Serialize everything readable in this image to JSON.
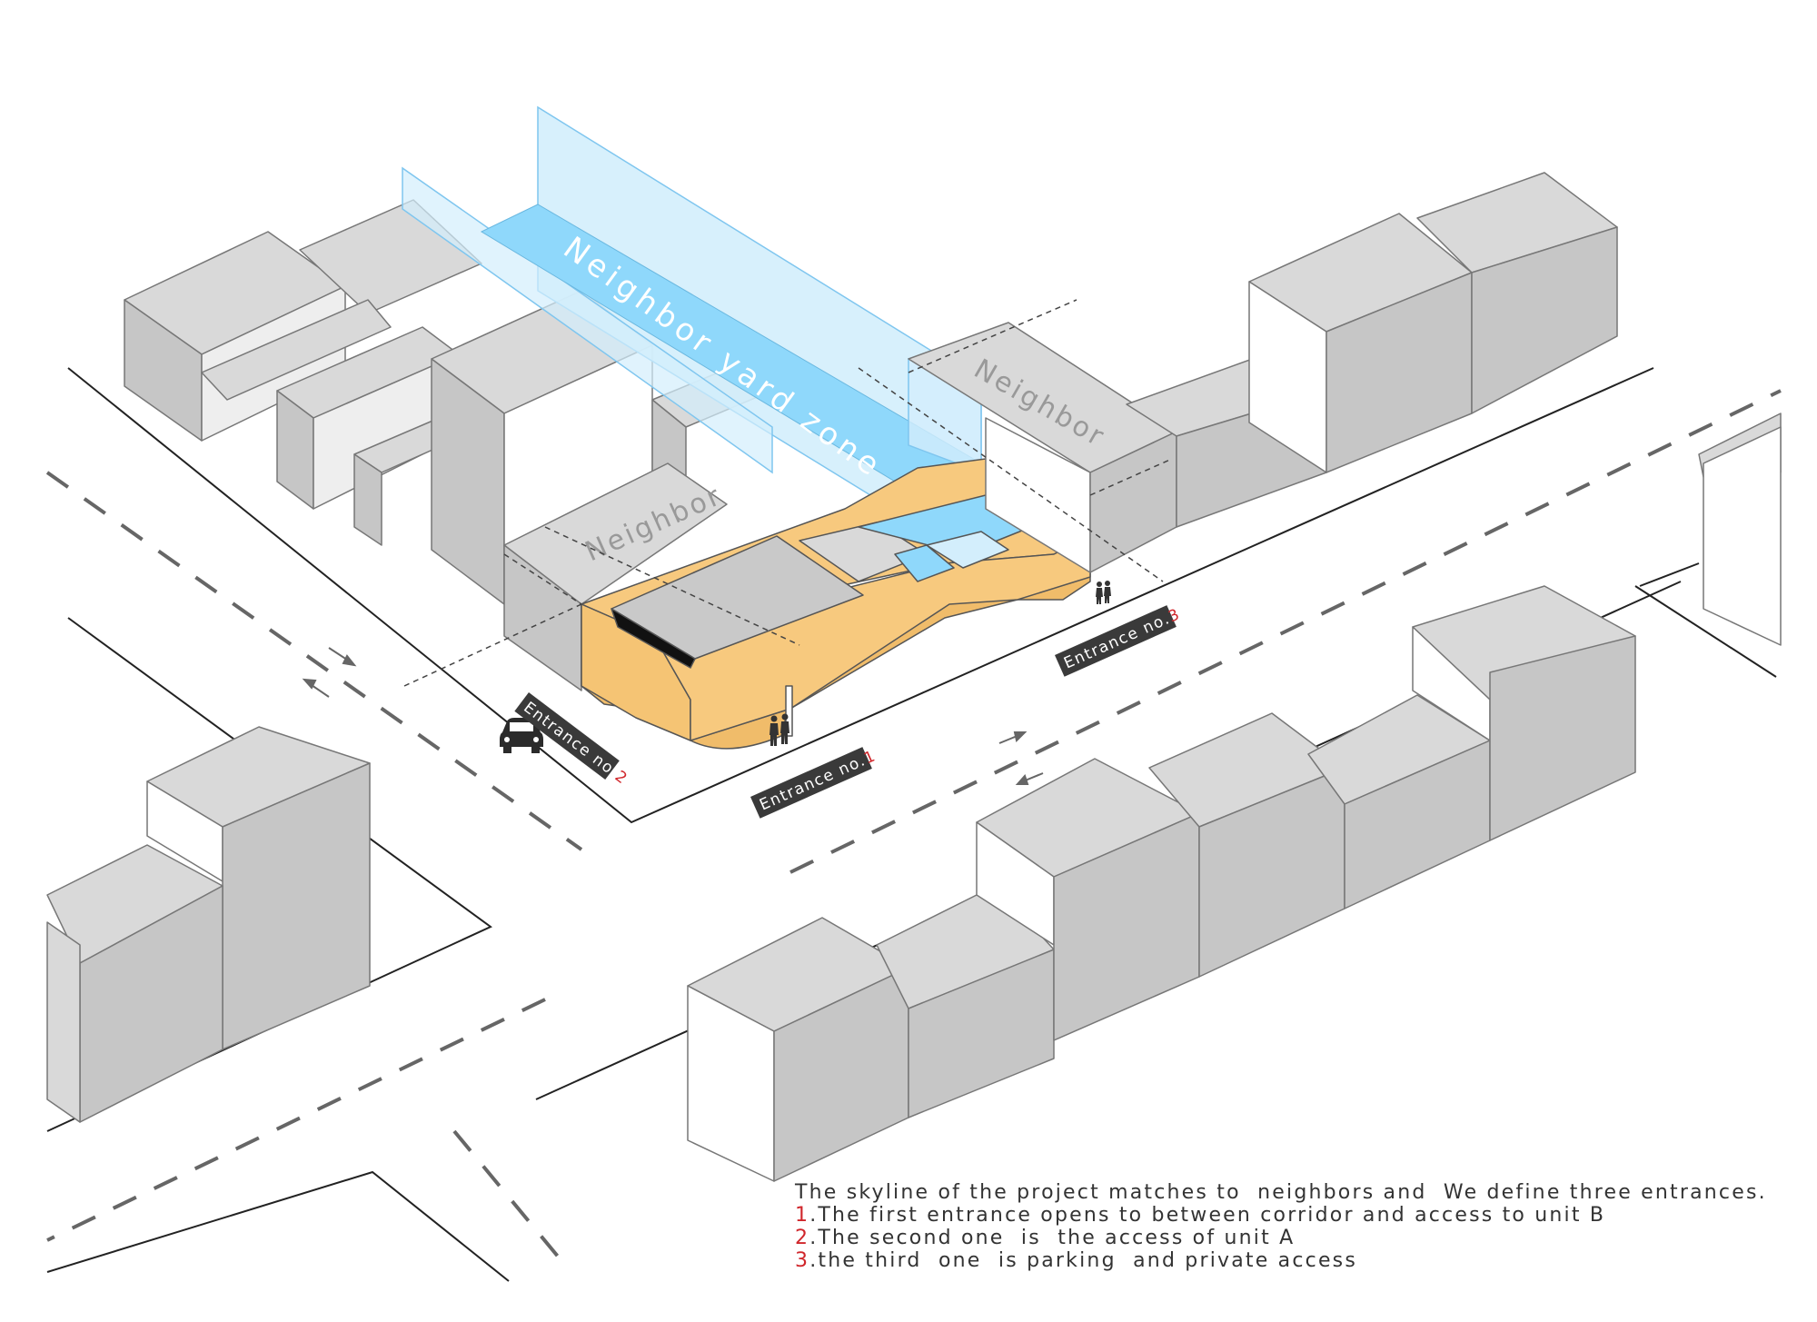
{
  "labels": {
    "neighbor_yard_zone": "Neighbor yard zone",
    "neighbor_left": "Neighbor",
    "neighbor_right": "Neighbor"
  },
  "entrances": [
    {
      "text": "Entrance no.",
      "number": "1"
    },
    {
      "text": "Entrance no.",
      "number": "2"
    },
    {
      "text": "Entrance no.",
      "number": "3"
    }
  ],
  "notes": {
    "intro": "The skyline of the project matches to  neighbors and  We define three entrances.",
    "items": [
      {
        "number": "1",
        "text": ".The first entrance opens to between corridor and access to unit B"
      },
      {
        "number": "2",
        "text": ".The second one  is  the access of unit A"
      },
      {
        "number": "3",
        "text": ".the third  one  is parking  and private access"
      }
    ]
  },
  "colors": {
    "building_top": "#d9d9d9",
    "building_side": "#c6c6c6",
    "building_light": "#ffffff",
    "project": "#f7c97e",
    "yard_zone_fill": "#8fd8fb",
    "yard_zone_plane": "#d3eefc",
    "numbers": "#d0262b",
    "tag_bg": "#3a3a3a"
  },
  "icons": [
    "car-icon",
    "pedestrian-icon",
    "pedestrian-icon",
    "arrow-icon"
  ]
}
